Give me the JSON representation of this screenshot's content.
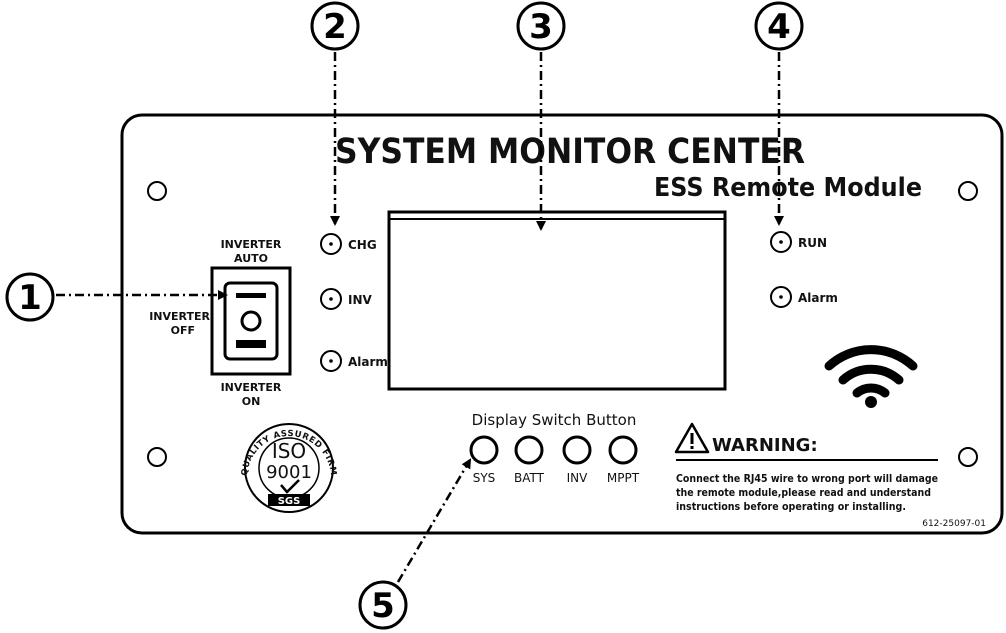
{
  "panel": {
    "title": "SYSTEM MONITOR CENTER",
    "subtitle": "ESS Remote Module",
    "part_number": "612-25097-01"
  },
  "switch": {
    "top_label_line1": "INVERTER",
    "top_label_line2": "AUTO",
    "side_label_line1": "INVERTER",
    "side_label_line2": "OFF",
    "bottom_label_line1": "INVERTER",
    "bottom_label_line2": "ON"
  },
  "left_leds": [
    "CHG",
    "INV",
    "Alarm"
  ],
  "right_leds": [
    "RUN",
    "Alarm"
  ],
  "display_buttons": {
    "title": "Display Switch Button",
    "labels": [
      "SYS",
      "BATT",
      "INV",
      "MPPT"
    ]
  },
  "warning": {
    "heading": "WARNING:",
    "line1": "Connect the RJ45 wire to wrong port will damage",
    "line2": "the remote module,please read and understand",
    "line3": "instructions before operating or installing."
  },
  "iso_badge": {
    "ring_text": "QUALITY ASSURED FIRM",
    "iso": "ISO",
    "number": "9001",
    "sgs": "SGS"
  },
  "callouts": [
    "1",
    "2",
    "3",
    "4",
    "5"
  ]
}
